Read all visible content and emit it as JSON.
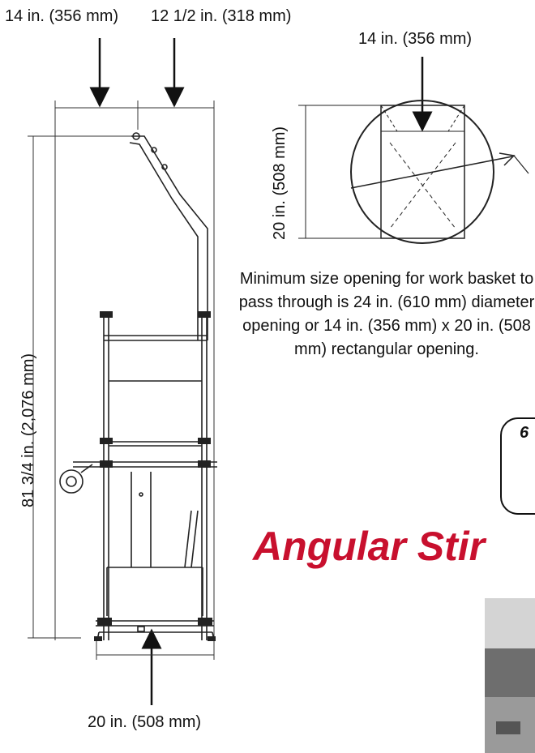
{
  "dimensions": {
    "top_left": "14 in. (356 mm)",
    "top_right": "12 1/2 in. (318 mm)",
    "height": "81 3/4 in. (2,076 mm)",
    "base_width": "20 in. (508 mm)",
    "opening_width": "14 in. (356 mm)",
    "opening_height": "20 in. (508 mm)"
  },
  "note": "Minimum size opening for work basket to pass through is 24 in. (610 mm) diameter opening or 14 in. (356 mm) x 20 in. (508 mm) rectangular opening.",
  "tab_number": "6",
  "section_title": "Angular Stir"
}
